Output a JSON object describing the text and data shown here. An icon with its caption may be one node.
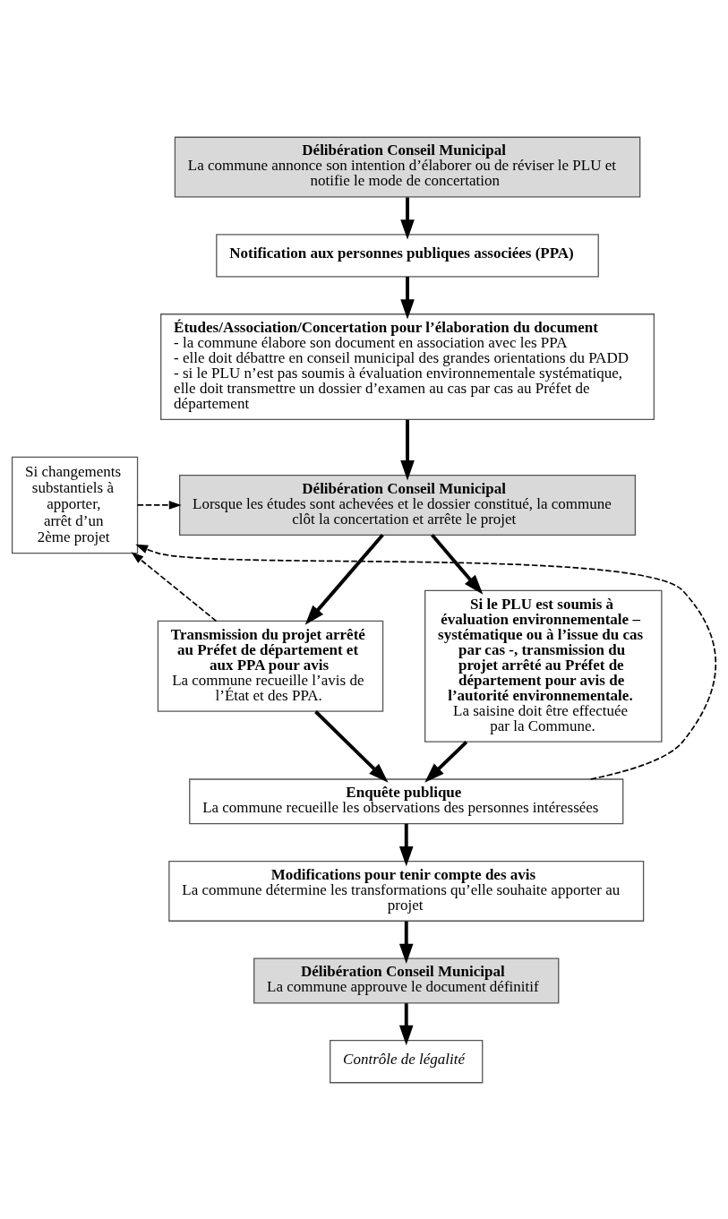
{
  "diagram": {
    "nodes": [
      {
        "text": [
          "Délibération Conseil Municipal",
          "La commune annonce son intention d’élaborer ou de réviser le PLU et notifie le mode de concertation"
        ]
      },
      {
        "text": [
          "Notification aux personnes publiques associées (PPA)"
        ]
      },
      {
        "text": [
          "Études/Association/Concertation pour l’élaboration du document",
          "- la commune élabore son document en association avec les PPA",
          "- elle doit débattre en conseil municipal des grandes orientations du PADD",
          "- si le PLU n’est pas soumis à évaluation environnementale systématique, elle doit transmettre un dossier d’examen au cas par cas au Préfet de département"
        ]
      },
      {
        "text": [
          "Délibération Conseil Municipal",
          "Lorsque les études sont achevées et le dossier constitué, la commune clôt la concertation et arrête le projet"
        ]
      },
      {
        "text": [
          "Transmission du projet arrêté au Préfet de département et aux PPA pour avis",
          "La commune recueille l’avis de l’État et des PPA."
        ]
      },
      {
        "text": [
          "Si le PLU est soumis à évaluation environnementale – systématique ou à l’issue du cas par cas -, transmission du projet arrêté au Préfet de département pour avis de l’autorité environnementale.",
          "La saisine doit être effectuée par la Commune."
        ]
      },
      {
        "text": [
          "Enquête publique",
          "La commune recueille les observations des personnes intéressées"
        ]
      },
      {
        "text": [
          "Modifications pour tenir compte des avis",
          "La commune détermine les transformations qu’elle souhaite apporter au projet"
        ]
      },
      {
        "text": [
          "Délibération Conseil Municipal",
          "La commune approuve le document définitif"
        ]
      },
      {
        "text": [
          "Contrôle de légalité"
        ]
      },
      {
        "text": [
          "Si changements substantiels à apporter, arrêt d’un 2ème projet"
        ]
      }
    ],
    "edges": [
      {
        "from": 0,
        "to": 1,
        "arrow": "to"
      },
      {
        "from": 1,
        "to": 2,
        "arrow": "to"
      },
      {
        "from": 2,
        "to": 3,
        "arrow": "to"
      },
      {
        "from": 3,
        "to": 4,
        "arrow": "to"
      },
      {
        "from": 3,
        "to": 5,
        "arrow": "to"
      },
      {
        "from": 4,
        "to": 6,
        "arrow": "to"
      },
      {
        "from": 5,
        "to": 6,
        "arrow": "to"
      },
      {
        "from": 6,
        "to": 7,
        "arrow": "to"
      },
      {
        "from": 7,
        "to": 8,
        "arrow": "to"
      },
      {
        "from": 8,
        "to": 9,
        "arrow": "to"
      },
      {
        "from": 4,
        "to": 10,
        "arrow": "to",
        "style": "dashed"
      },
      {
        "from": 6,
        "to": 10,
        "arrow": "to",
        "style": "dashed"
      },
      {
        "from": 10,
        "to": 3,
        "arrow": "to",
        "style": "dashed"
      }
    ]
  }
}
